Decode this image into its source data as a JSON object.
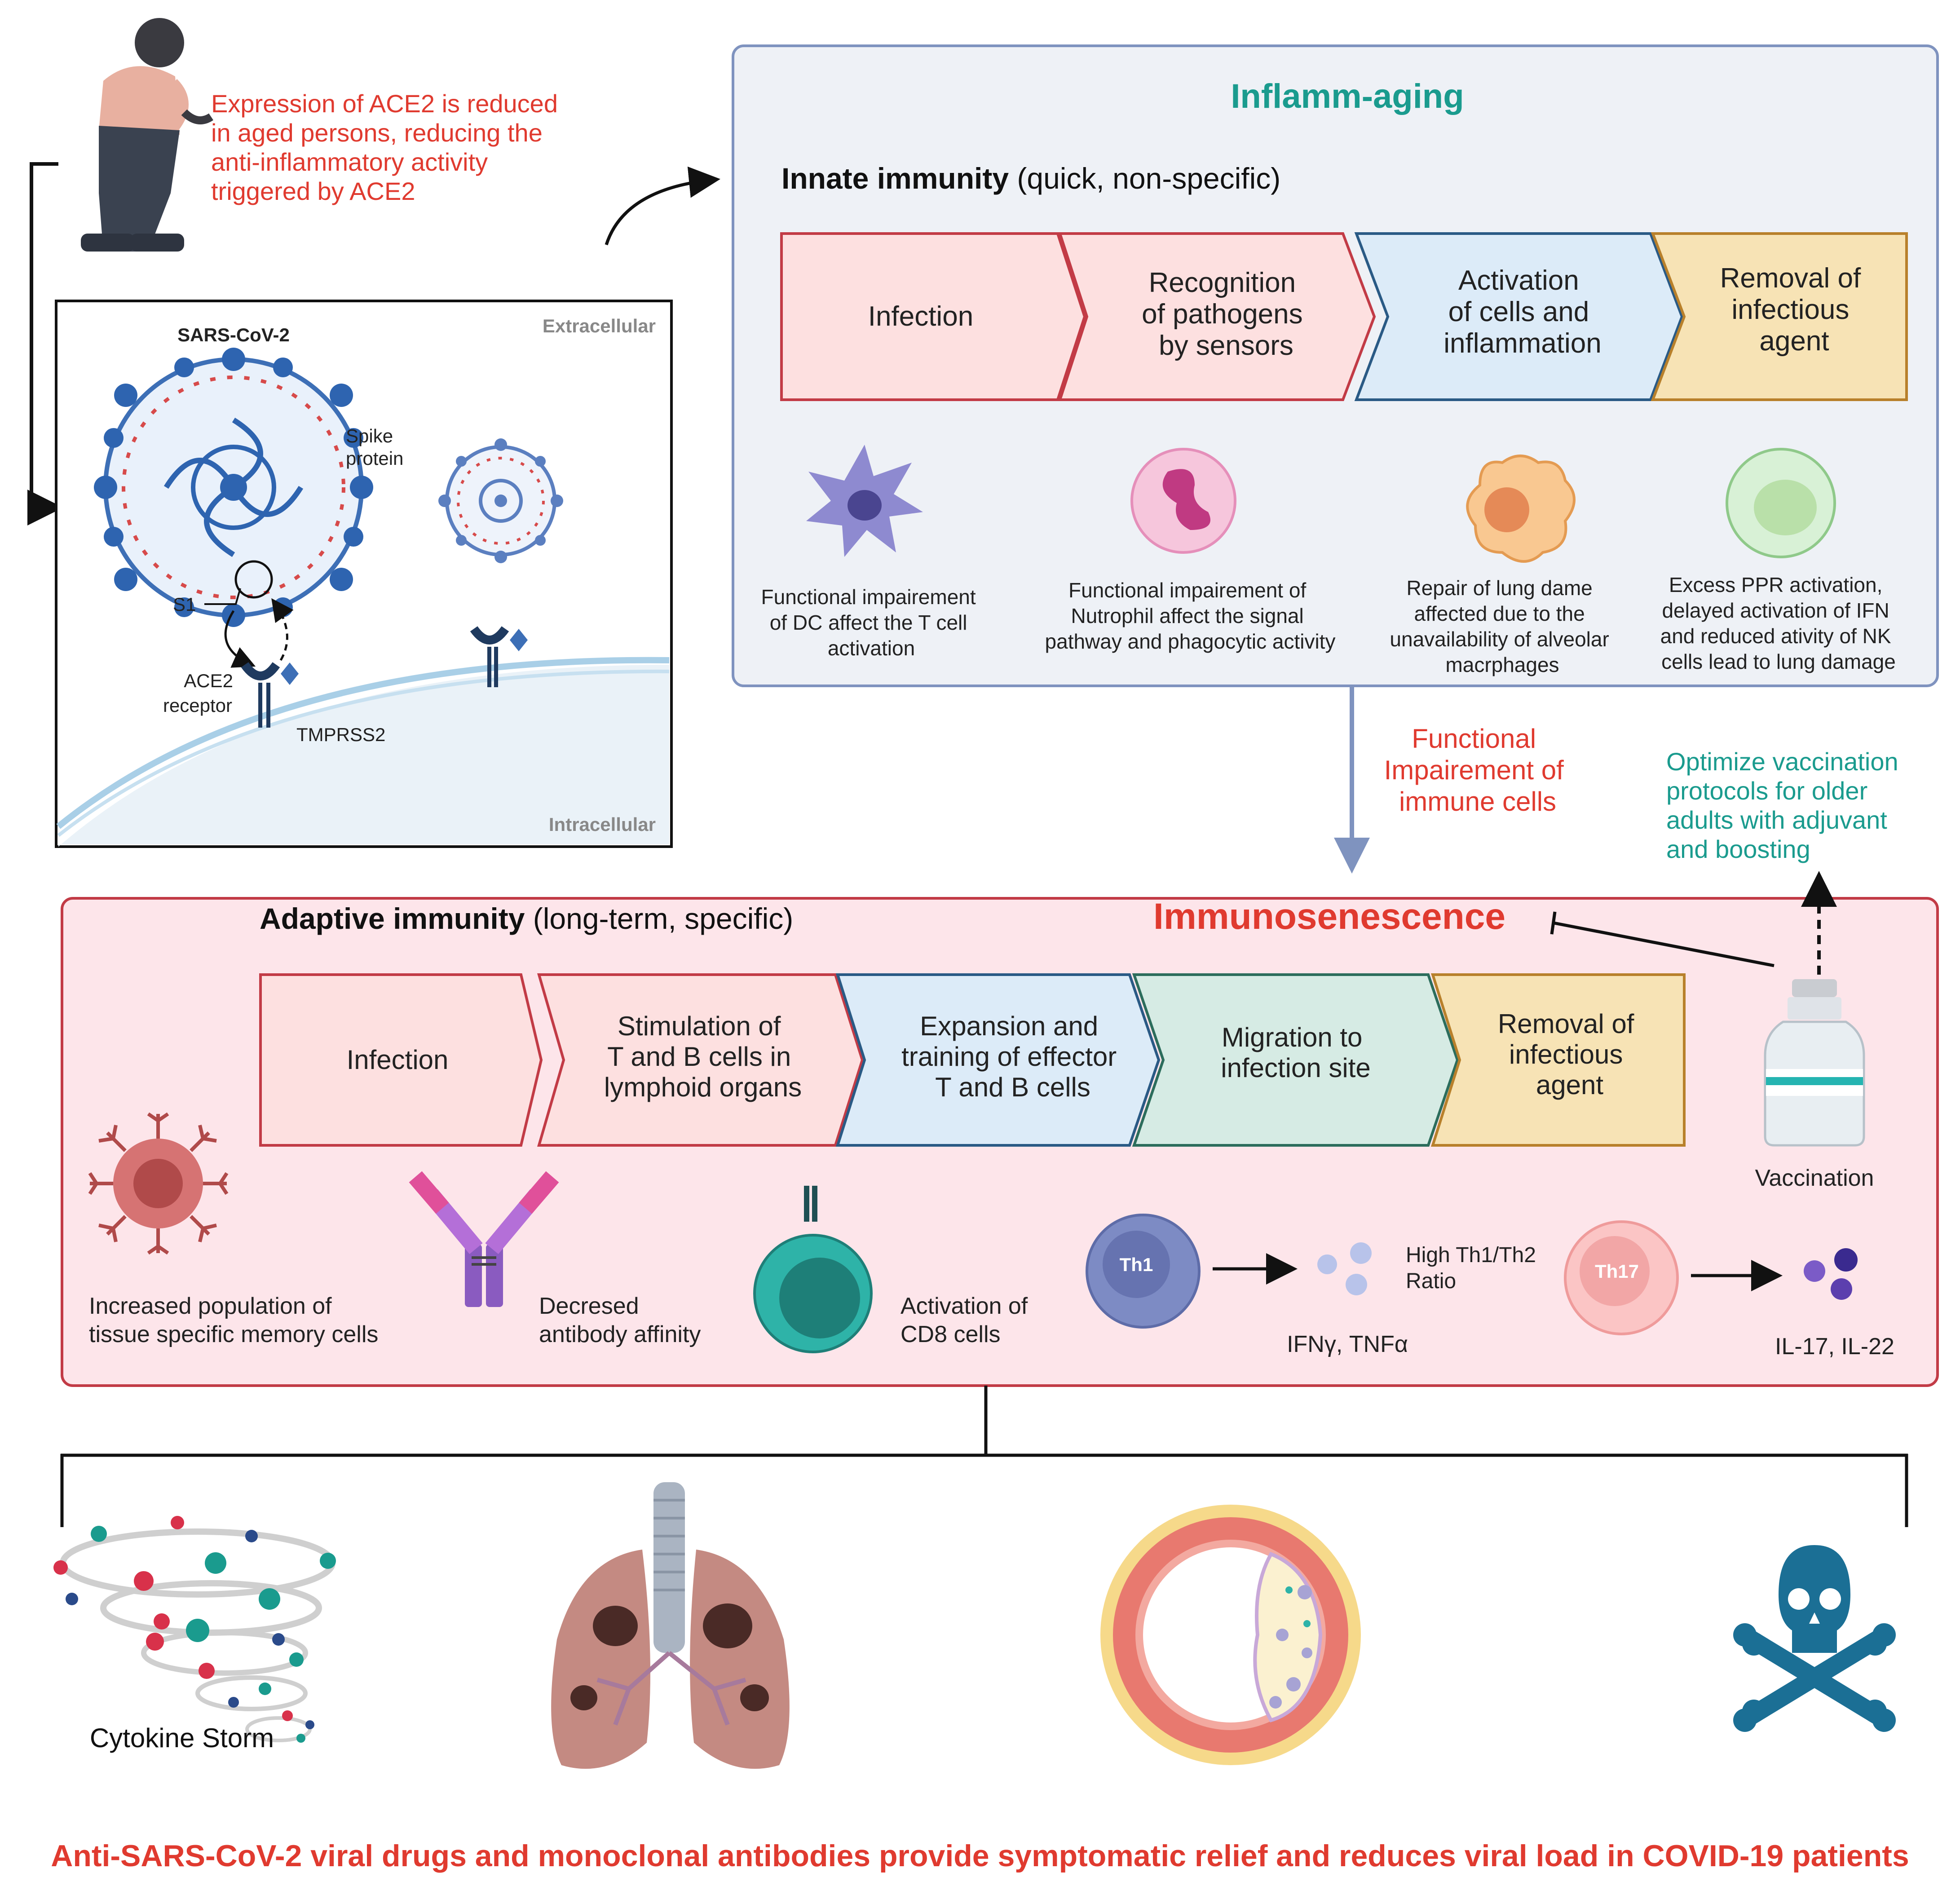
{
  "elderly_note": {
    "lines": [
      "Expression of ACE2 is reduced",
      "in aged persons, reducing the",
      "anti-inflammatory activity",
      "triggered by ACE2"
    ],
    "color": "#e03a2f"
  },
  "cell_panel": {
    "virus_label": "SARS-CoV-2",
    "extracellular": "Extracellular",
    "intracellular": "Intracellular",
    "spike_lines": [
      "Spike",
      "protein"
    ],
    "s1": "S1",
    "ace2_lines": [
      "ACE2",
      "receptor"
    ],
    "tmprss2": "TMPRSS2"
  },
  "innate": {
    "title": "Inflamm-aging",
    "heading_bold": "Innate immunity",
    "heading_rest": " (quick, non-specific)",
    "steps": [
      {
        "lines": [
          "Infection"
        ]
      },
      {
        "lines": [
          "Recognition",
          "of pathogens",
          "by sensors"
        ]
      },
      {
        "lines": [
          "Activation",
          "of cells and",
          "inflammation"
        ]
      },
      {
        "lines": [
          "Removal of",
          "infectious",
          "agent"
        ]
      }
    ],
    "cells": [
      {
        "lines": [
          "Functional impairement",
          "of DC affect the T cell",
          "activation"
        ]
      },
      {
        "lines": [
          "Functional impairement of",
          "Nutrophil affect the signal",
          "pathway and phagocytic activity"
        ]
      },
      {
        "lines": [
          "Repair of lung dame",
          "affected due to the",
          "unavailability of alveolar",
          "macrphages"
        ]
      },
      {
        "lines": [
          "Excess PPR activation,",
          "delayed activation of IFN",
          "and reduced ativity of NK",
          "cells lead to lung damage"
        ]
      }
    ]
  },
  "impairment_lines": [
    "Functional",
    "Impairement of",
    "immune cells"
  ],
  "vaccination_note_lines": [
    "Optimize vaccination",
    "protocols for older",
    "adults with adjuvant",
    "and boosting"
  ],
  "adaptive": {
    "heading_bold": "Adaptive immunity",
    "heading_rest": " (long-term, specific)",
    "title": "Immunosenescence",
    "steps": [
      {
        "lines": [
          "Infection"
        ]
      },
      {
        "lines": [
          "Stimulation of",
          "T and B cells in",
          "lymphoid organs"
        ]
      },
      {
        "lines": [
          "Expansion and",
          "training of effector",
          "T and B cells"
        ]
      },
      {
        "lines": [
          "Migration to",
          "infection site"
        ]
      },
      {
        "lines": [
          "Removal of",
          "infectious",
          "agent"
        ]
      }
    ],
    "vaccination_label": "Vaccination",
    "memory_lines": [
      "Increased population of",
      "tissue specific memory cells"
    ],
    "antibody_lines": [
      "Decresed",
      "antibody affinity"
    ],
    "cd8_lines": [
      "Activation of",
      "CD8 cells"
    ],
    "th1": "Th1",
    "th17": "Th17",
    "ratio_lines": [
      "High Th1/Th2",
      "Ratio"
    ],
    "ifn": "IFNγ, TNFα",
    "il": "IL-17, IL-22"
  },
  "outcomes": {
    "cytokine_storm": "Cytokine Storm"
  },
  "footer": "Anti-SARS-CoV-2 viral drugs and monoclonal antibodies provide symptomatic relief and reduces viral load in COVID-19 patients",
  "colors": {
    "red": "#e03a2f",
    "teal": "#1a9b8e",
    "pink_step": "#fde0e0",
    "blue_step": "#dcebf8",
    "green_step": "#d6ebe4",
    "yellow_step": "#f7e3b5",
    "innate_bg": "#eef1f6",
    "adaptive_bg": "#fde5ea"
  }
}
